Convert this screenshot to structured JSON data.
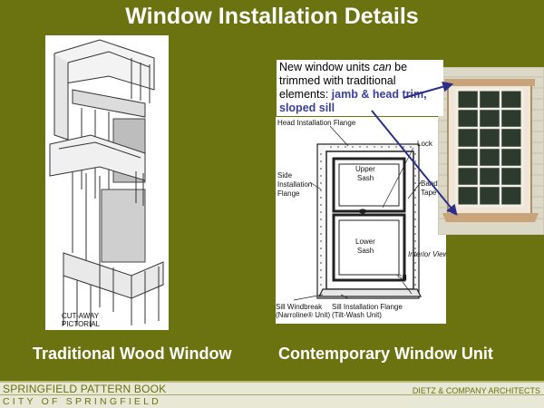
{
  "slide": {
    "title": "Window Installation Details",
    "note": {
      "line1": "New window units ",
      "emph": "can",
      "line2": " be trimmed with traditional elements: ",
      "highlight": "jamb & head trim, sloped sill"
    },
    "left_caption": "Traditional Wood Window",
    "right_caption": "Contemporary Window Unit"
  },
  "left_diagram": {
    "label_line1": "CUT-AWAY",
    "label_line2": "PICTORIAL"
  },
  "right_diagram": {
    "head_flange": "Head Installation Flange",
    "side_flange_1": "Side",
    "side_flange_2": "Installation",
    "side_flange_3": "Flange",
    "upper_sash_1": "Upper",
    "upper_sash_2": "Sash",
    "lower_sash_1": "Lower",
    "lower_sash_2": "Sash",
    "lock": "Lock",
    "banding_1": "Bandin",
    "banding_2": "Tape",
    "interior_view": "Interior View",
    "sill": "Sill",
    "sill_windbreak_1": "Sill Windbreak",
    "sill_windbreak_2": "(Narroline® Unit)",
    "sill_install_1": "Sill Installation Flange",
    "sill_install_2": "(Tilt-Wash Unit)"
  },
  "footer": {
    "left_top": "SPRINGFIELD PATTERN BOOK",
    "left_bottom": "CITY OF SPRINGFIELD",
    "right": "DIETZ & COMPANY ARCHITECTS"
  },
  "colors": {
    "background": "#6b7210",
    "highlight": "#3a3f9a",
    "footer_text": "#6b7210",
    "footer_bg": "#e8e8d6"
  }
}
